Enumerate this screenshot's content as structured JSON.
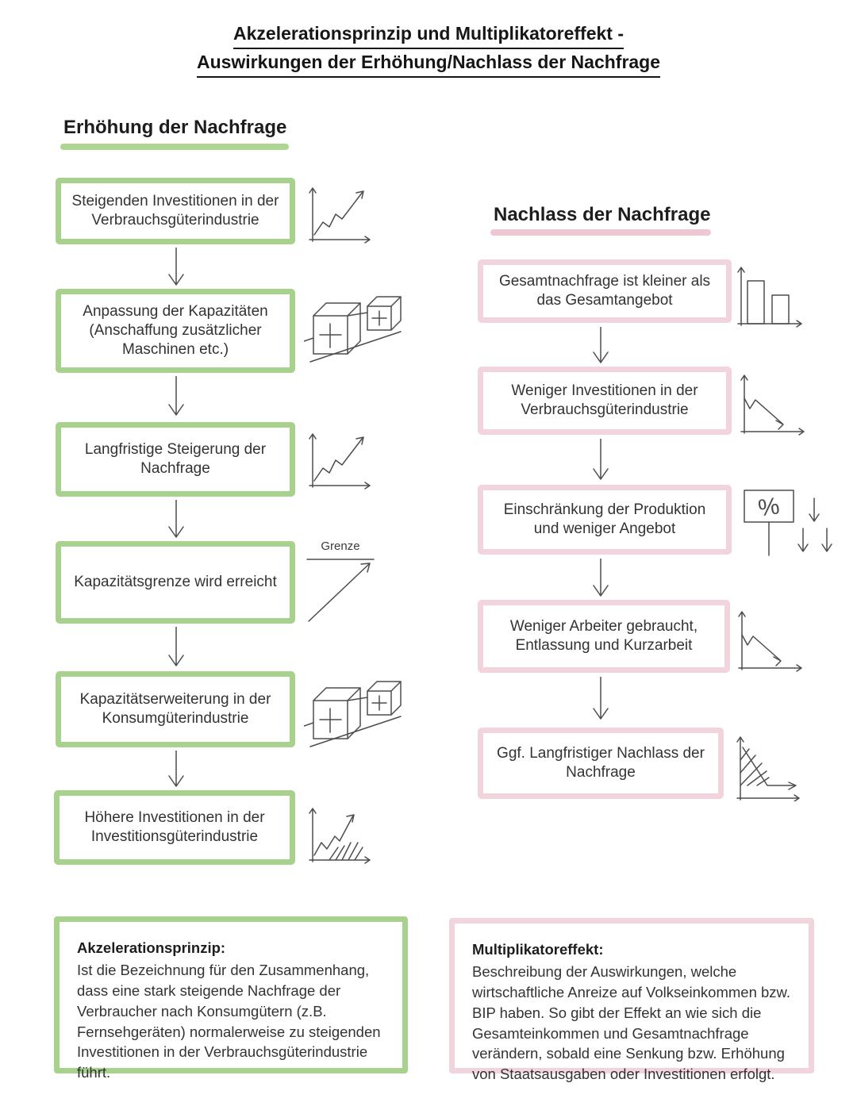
{
  "page": {
    "title_line1": "Akzelerationsprinzip und Multiplikatoreffekt -",
    "title_line2": "Auswirkungen der Erhöhung/Nachlass der Nachfrage"
  },
  "left_flow": {
    "heading": "Erhöhung der Nachfrage",
    "steps": [
      {
        "text": "Steigenden Investitionen in der Verbrauchsgüterindustrie",
        "icon": "line-chart-rising"
      },
      {
        "text": "Anpassung der Kapazitäten (Anschaffung zusätzlicher Maschinen etc.)",
        "icon": "cubes-plus"
      },
      {
        "text": "Langfristige Steigerung der Nachfrage",
        "icon": "line-chart-rising"
      },
      {
        "text": "Kapazitätsgrenze wird erreicht",
        "icon": "limit-arrow",
        "icon_label": "Grenze"
      },
      {
        "text": "Kapazitätserweiterung in der Konsumgüterindustrie",
        "icon": "cubes-plus"
      },
      {
        "text": "Höhere Investitionen in der Investitionsgüterindustrie",
        "icon": "line-chart-rising-hatched"
      }
    ]
  },
  "right_flow": {
    "heading": "Nachlass der Nachfrage",
    "steps": [
      {
        "text": "Gesamtnachfrage ist kleiner als das Gesamtangebot",
        "icon": "bar-chart-decreasing"
      },
      {
        "text": "Weniger Investitionen in der Verbrauchsgüterindustrie",
        "icon": "line-chart-falling"
      },
      {
        "text": "Einschränkung der Produktion und weniger Angebot",
        "icon": "percent-sign-down-arrows",
        "icon_label": "%"
      },
      {
        "text": "Weniger Arbeiter gebraucht, Entlassung und Kurzarbeit",
        "icon": "line-chart-falling"
      },
      {
        "text": "Ggf. Langfristiger Nachlass der Nachfrage",
        "icon": "area-chart-falling-hatched"
      }
    ]
  },
  "definitions": {
    "accelerator": {
      "title": "Akzelerationsprinzip:",
      "body": "Ist die Bezeichnung für den Zusammenhang, dass eine stark steigende Nachfrage der Verbraucher nach Konsumgütern (z.B. Fernsehgeräten) normalerweise zu steigenden Investitionen in der Verbrauchsgüterindustrie führt."
    },
    "multiplier": {
      "title": "Multiplikatoreffekt:",
      "body": "Beschreibung der Auswirkungen, welche wirtschaftliche Anreize auf Volkseinkommen bzw. BIP haben. So gibt der Effekt an wie sich die Gesamteinkommen und Gesamtnachfrage verändern, sobald eine Senkung bzw. Erhöhung von Staatsausgaben oder Investitionen erfolgt."
    }
  },
  "colors": {
    "green_border": "#a9d18e",
    "green_underline": "#aed692",
    "pink_border": "#f2d4dc",
    "pink_underline": "#f0c6d2",
    "text": "#2d2d2d",
    "sketch": "#4d4d4d"
  }
}
